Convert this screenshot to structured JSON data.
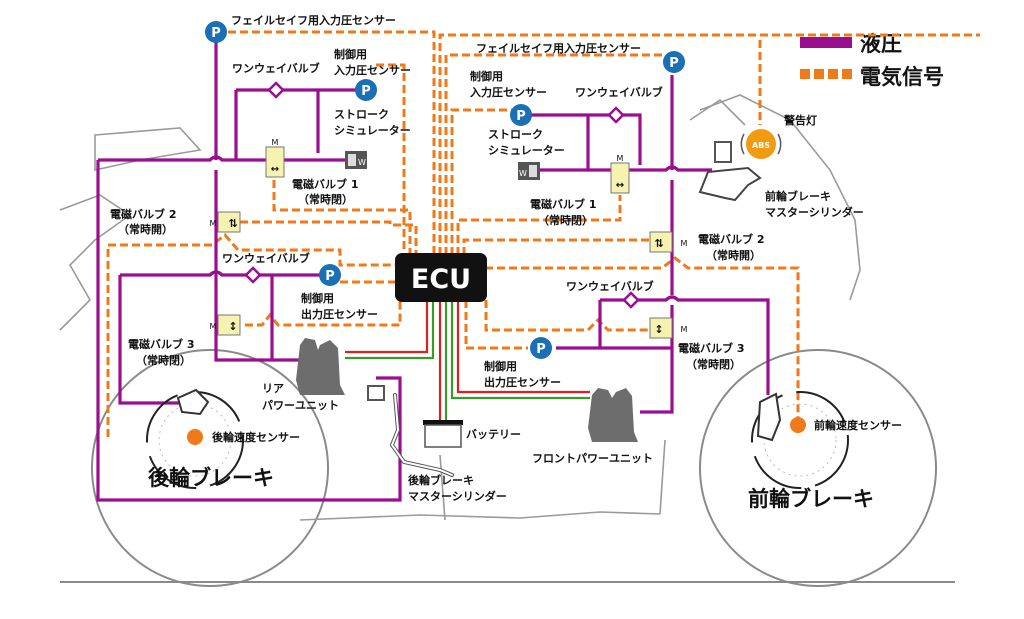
{
  "legend": {
    "hydraulic": {
      "label": "液圧",
      "color": "#9a0f8f",
      "style": "solid"
    },
    "electric": {
      "label": "電気信号",
      "color": "#f07a1a",
      "style": "dashed"
    }
  },
  "ecu": {
    "label": "ECU"
  },
  "colors": {
    "sensor_blue": "#1a6fb5",
    "abs_lamp": "#f29a12",
    "valve_fill": "#f7f2b0",
    "speed_sensor": "#f07a1a",
    "power_red": "#e02020",
    "power_green": "#3a9a2a",
    "body_gray": "#8a8a8a"
  },
  "sensor_symbol": "P",
  "abs_lamp": {
    "text": "ABS",
    "label": "警告灯"
  },
  "labels": {
    "failsafe_left": "フェイルセイフ用入力圧センサー",
    "failsafe_right": "フェイルセイフ用入力圧センサー",
    "oneway_top_left": "ワンウェイバルブ",
    "oneway_top_right": "ワンウェイバルブ",
    "oneway_mid_left": "ワンウェイバルブ",
    "oneway_mid_right": "ワンウェイバルブ",
    "ctrl_input_left_1": "制御用",
    "ctrl_input_left_2": "入力圧センサー",
    "ctrl_input_right_1": "制御用",
    "ctrl_input_right_2": "入力圧センサー",
    "stroke_left_1": "ストローク",
    "stroke_left_2": "シミュレーター",
    "stroke_right_1": "ストローク",
    "stroke_right_2": "シミュレーター",
    "sv1_left_1": "電磁バルブ 1",
    "sv1_left_2": "（常時閉）",
    "sv1_right_1": "電磁バルブ 1",
    "sv1_right_2": "（常時閉）",
    "sv2_left_1": "電磁バルブ 2",
    "sv2_left_2": "（常時開）",
    "sv2_right_1": "電磁バルブ 2",
    "sv2_right_2": "（常時開）",
    "sv3_left_1": "電磁バルブ 3",
    "sv3_left_2": "（常時閉）",
    "sv3_right_1": "電磁バルブ 3",
    "sv3_right_2": "（常時閉）",
    "ctrl_output_left_1": "制御用",
    "ctrl_output_left_2": "出力圧センサー",
    "ctrl_output_right_1": "制御用",
    "ctrl_output_right_2": "出力圧センサー",
    "rear_power_1": "リア",
    "rear_power_2": "パワーユニット",
    "front_power": "フロントパワーユニット",
    "battery": "バッテリー",
    "rear_master_1": "後輪ブレーキ",
    "rear_master_2": "マスターシリンダー",
    "front_master_1": "前輪ブレーキ",
    "front_master_2": "マスターシリンダー",
    "rear_speed": "後輪速度センサー",
    "front_speed": "前輪速度センサー",
    "rear_brake": "後輪ブレーキ",
    "front_brake": "前輪ブレーキ"
  }
}
